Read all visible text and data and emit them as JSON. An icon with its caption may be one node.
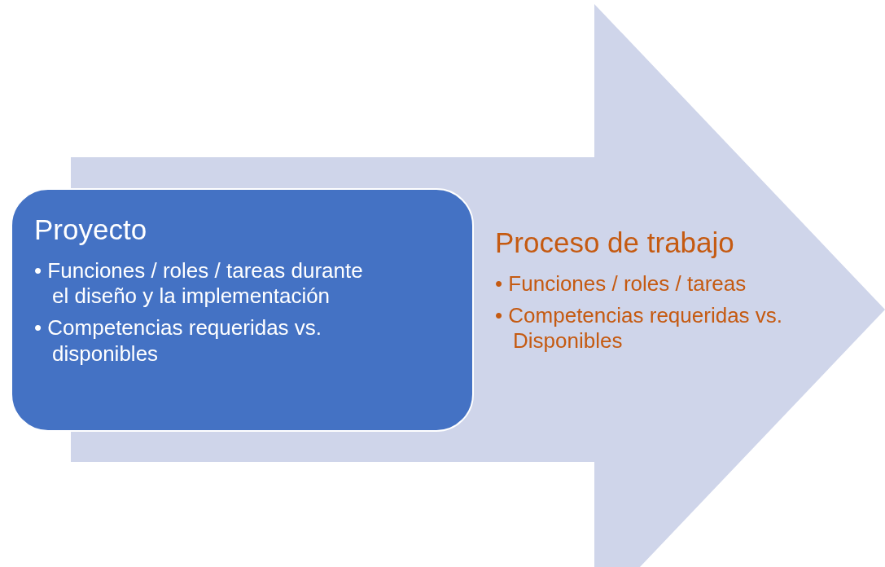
{
  "diagram": {
    "nodes": [
      {
        "text": [
          "Proceso de trabajo",
          "• Funciones / roles / tareas",
          "• Competencias requeridas vs. Disponibles"
        ]
      },
      {
        "text": [
          "Proyecto",
          "• Funciones / roles / tareas durante el diseño y la implementación",
          "• Competencias requeridas vs. disponibles"
        ]
      }
    ]
  }
}
